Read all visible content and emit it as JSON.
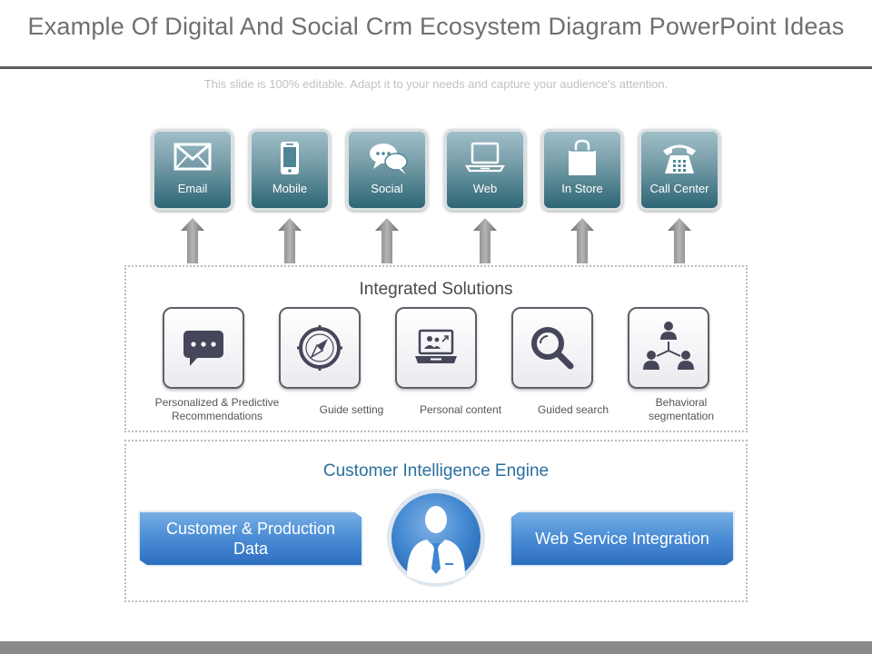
{
  "header": {
    "title": "Example Of Digital And Social Crm Ecosystem Diagram PowerPoint Ideas",
    "subtitle": "This slide is 100% editable. Adapt it to your needs and capture your audience's attention."
  },
  "channels": [
    {
      "label": "Email",
      "icon": "envelope-icon"
    },
    {
      "label": "Mobile",
      "icon": "mobile-phone-icon"
    },
    {
      "label": "Social",
      "icon": "chat-bubbles-icon"
    },
    {
      "label": "Web",
      "icon": "laptop-icon"
    },
    {
      "label": "In Store",
      "icon": "shopping-bag-icon"
    },
    {
      "label": "Call Center",
      "icon": "telephone-icon"
    }
  ],
  "integrated": {
    "title": "Integrated Solutions",
    "items": [
      {
        "label": "Personalized & Predictive Recommendations",
        "icon": "speech-bubble-icon"
      },
      {
        "label": "Guide setting",
        "icon": "compass-icon"
      },
      {
        "label": "Personal content",
        "icon": "laptop-users-icon"
      },
      {
        "label": "Guided search",
        "icon": "magnifier-icon"
      },
      {
        "label": "Behavioral segmentation",
        "icon": "org-chart-icon"
      }
    ]
  },
  "engine": {
    "title": "Customer Intelligence Engine",
    "left": "Customer & Production Data",
    "right": "Web Service Integration",
    "center_icon": "businessman-icon"
  },
  "colors": {
    "channel_tile": "#4f8594",
    "engine_blue": "#3a80cd",
    "engine_title": "#2a6f9e",
    "arrow_gray": "#8c8c8c"
  }
}
